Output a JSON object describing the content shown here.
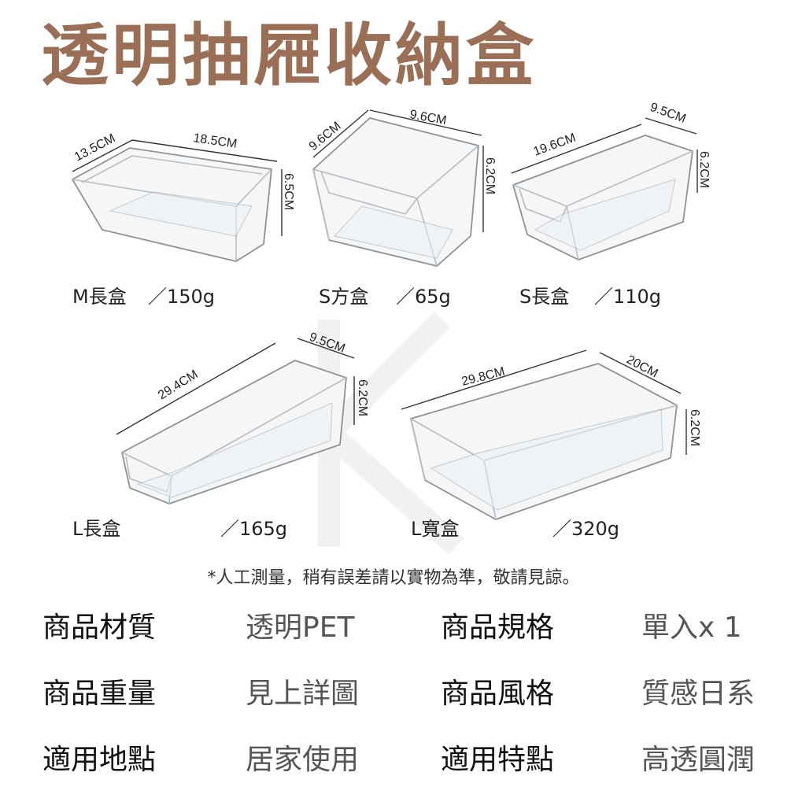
{
  "title": "透明抽屜收納盒",
  "products": [
    {
      "name": "M長盒",
      "weight": "／150g",
      "dims": [
        "13.5CM",
        "18.5CM",
        "6.5CM"
      ]
    },
    {
      "name": "S方盒",
      "weight": "／65g",
      "dims": [
        "9.6CM",
        "9.6CM",
        "6.2CM"
      ]
    },
    {
      "name": "S長盒",
      "weight": "／110g",
      "dims": [
        "19.6CM",
        "9.5CM",
        "6.2CM"
      ]
    },
    {
      "name": "L長盒",
      "weight": "／165g",
      "dims": [
        "29.4CM",
        "9.5CM",
        "6.2CM"
      ]
    },
    {
      "name": "L寬盒",
      "weight": "／320g",
      "dims": [
        "29.8CM",
        "20CM",
        "6.2CM"
      ]
    }
  ],
  "note": "*人工測量，稍有誤差請以實物為準，敬請見諒。",
  "specs": [
    {
      "key": "商品材質",
      "value": "透明PET"
    },
    {
      "key": "商品規格",
      "value": "單入x 1"
    },
    {
      "key": "商品重量",
      "value": "見上詳圖"
    },
    {
      "key": "商品風格",
      "value": "質感日系"
    },
    {
      "key": "適用地點",
      "value": "居家使用"
    },
    {
      "key": "適用特點",
      "value": "高透圓潤"
    }
  ]
}
